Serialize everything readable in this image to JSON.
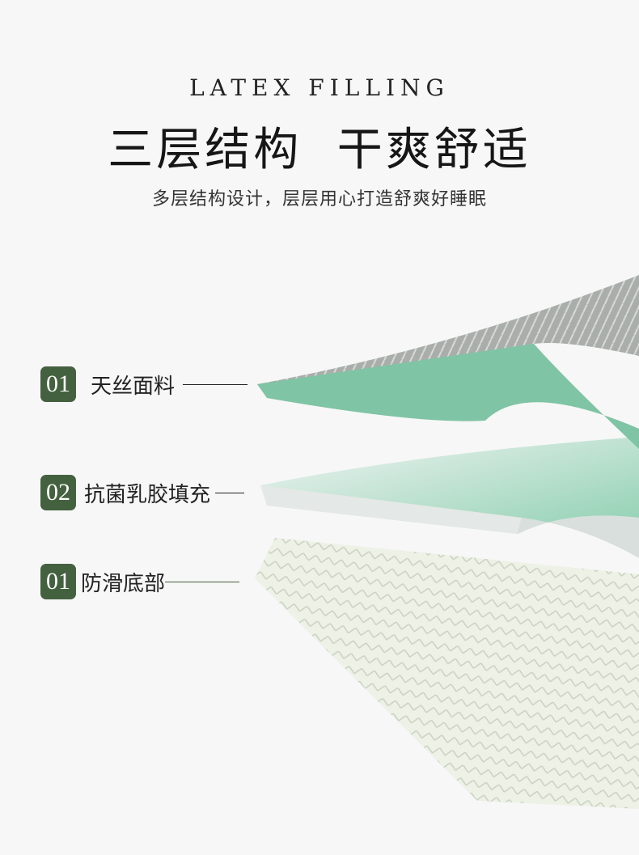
{
  "header": {
    "english_title": "LATEX FILLING",
    "title": "三层结构  干爽舒适",
    "subtitle": "多层结构设计，层层用心打造舒爽好睡眠"
  },
  "layers": [
    {
      "number": "01",
      "label": "天丝面料"
    },
    {
      "number": "02",
      "label": "抗菌乳胶填充"
    },
    {
      "number": "01",
      "label": "防滑底部"
    }
  ],
  "colors": {
    "badge": "#44613f",
    "top_fabric": "#a9aeab",
    "latex_green": "#7fc4a4",
    "bottom": "#e9efe0"
  }
}
